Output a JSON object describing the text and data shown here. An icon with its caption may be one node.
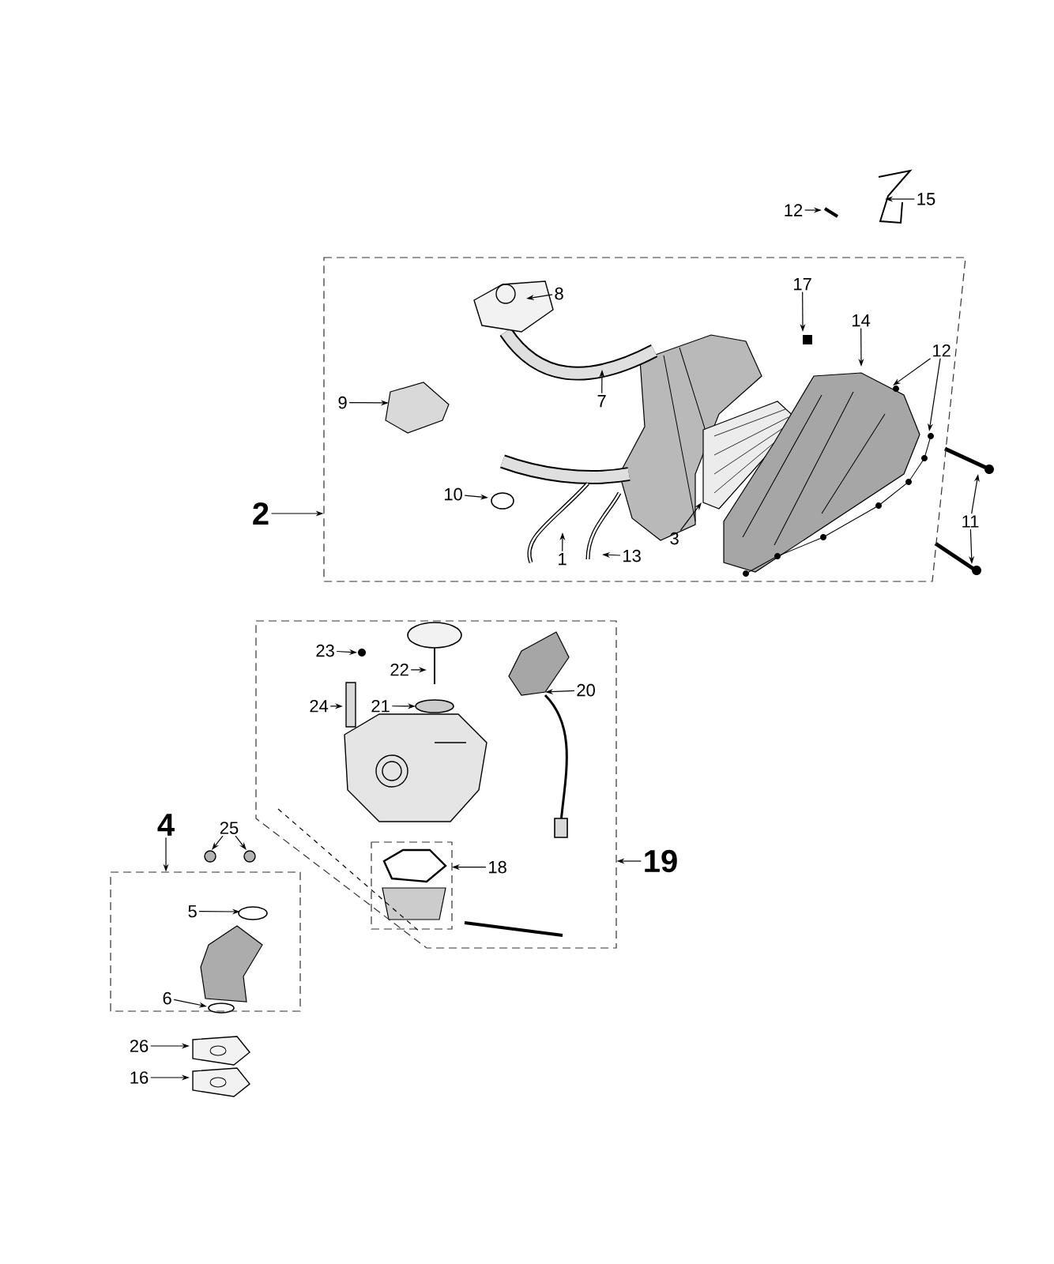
{
  "diagram": {
    "nodes": [
      {
        "text": [
          "12"
        ]
      },
      {
        "text": [
          "15"
        ]
      },
      {
        "text": [],
        "shape": "box"
      },
      {
        "text": [
          "17"
        ],
        "in": 2
      },
      {
        "text": [
          "8"
        ],
        "in": 2
      },
      {
        "text": [
          "14"
        ],
        "in": 2
      },
      {
        "text": [
          "12"
        ],
        "in": 2
      },
      {
        "text": [
          "7"
        ],
        "in": 2
      },
      {
        "text": [
          "9"
        ],
        "in": 2
      },
      {
        "text": [
          "10"
        ],
        "in": 2
      },
      {
        "text": [
          "1"
        ],
        "in": 2
      },
      {
        "text": [
          "13"
        ],
        "in": 2
      },
      {
        "text": [
          "3"
        ],
        "in": 2
      },
      {
        "text": [
          "2"
        ]
      },
      {
        "text": [
          "11"
        ]
      },
      {
        "text": [],
        "shape": "box"
      },
      {
        "text": [
          "23"
        ],
        "in": 15
      },
      {
        "text": [
          "22"
        ],
        "in": 15
      },
      {
        "text": [
          "24"
        ],
        "in": 15
      },
      {
        "text": [
          "21"
        ],
        "in": 15
      },
      {
        "text": [
          "20"
        ],
        "in": 15
      },
      {
        "text": [],
        "shape": "box",
        "in": 15
      },
      {
        "text": [
          "18"
        ],
        "in": 15
      },
      {
        "text": [
          "4"
        ]
      },
      {
        "text": [
          "25"
        ]
      },
      {
        "text": [],
        "shape": "box"
      },
      {
        "text": [
          "5"
        ],
        "in": 25
      },
      {
        "text": [
          "6"
        ],
        "in": 25
      },
      {
        "text": [
          "19"
        ]
      },
      {
        "text": [
          "26"
        ]
      },
      {
        "text": [
          "16"
        ]
      }
    ],
    "edges": [
      {
        "from": 0,
        "to": null,
        "arrow": "to"
      },
      {
        "from": 1,
        "to": null,
        "arrow": "to"
      },
      {
        "from": 3,
        "to": null,
        "arrow": "to"
      },
      {
        "from": 4,
        "to": null,
        "arrow": "to"
      },
      {
        "from": 5,
        "to": null,
        "arrow": "to"
      },
      {
        "from": 6,
        "to": null,
        "arrow": "to"
      },
      {
        "from": 6,
        "to": null,
        "arrow": "to"
      },
      {
        "from": 7,
        "to": null,
        "arrow": "to"
      },
      {
        "from": 8,
        "to": null,
        "arrow": "to"
      },
      {
        "from": 9,
        "to": null,
        "arrow": "to"
      },
      {
        "from": 10,
        "to": null,
        "arrow": "to"
      },
      {
        "from": 11,
        "to": null,
        "arrow": "to"
      },
      {
        "from": 12,
        "to": null,
        "arrow": "to"
      },
      {
        "from": 13,
        "to": 2,
        "arrow": "to"
      },
      {
        "from": 14,
        "to": null,
        "arrow": "to"
      },
      {
        "from": 14,
        "to": null,
        "arrow": "to"
      },
      {
        "from": 16,
        "to": null,
        "arrow": "to"
      },
      {
        "from": 17,
        "to": null,
        "arrow": "to"
      },
      {
        "from": 18,
        "to": null,
        "arrow": "to"
      },
      {
        "from": 19,
        "to": null,
        "arrow": "to"
      },
      {
        "from": 20,
        "to": null,
        "arrow": "to"
      },
      {
        "from": 22,
        "to": 21,
        "arrow": "to"
      },
      {
        "from": 23,
        "to": 25,
        "arrow": "to"
      },
      {
        "from": 24,
        "to": null,
        "arrow": "to"
      },
      {
        "from": 24,
        "to": null,
        "arrow": "to"
      },
      {
        "from": 26,
        "to": null,
        "arrow": "to"
      },
      {
        "from": 27,
        "to": null,
        "arrow": "to"
      },
      {
        "from": 28,
        "to": 15,
        "arrow": "to"
      },
      {
        "from": 29,
        "to": null,
        "arrow": "to"
      },
      {
        "from": 30,
        "to": null,
        "arrow": "to"
      }
    ]
  }
}
